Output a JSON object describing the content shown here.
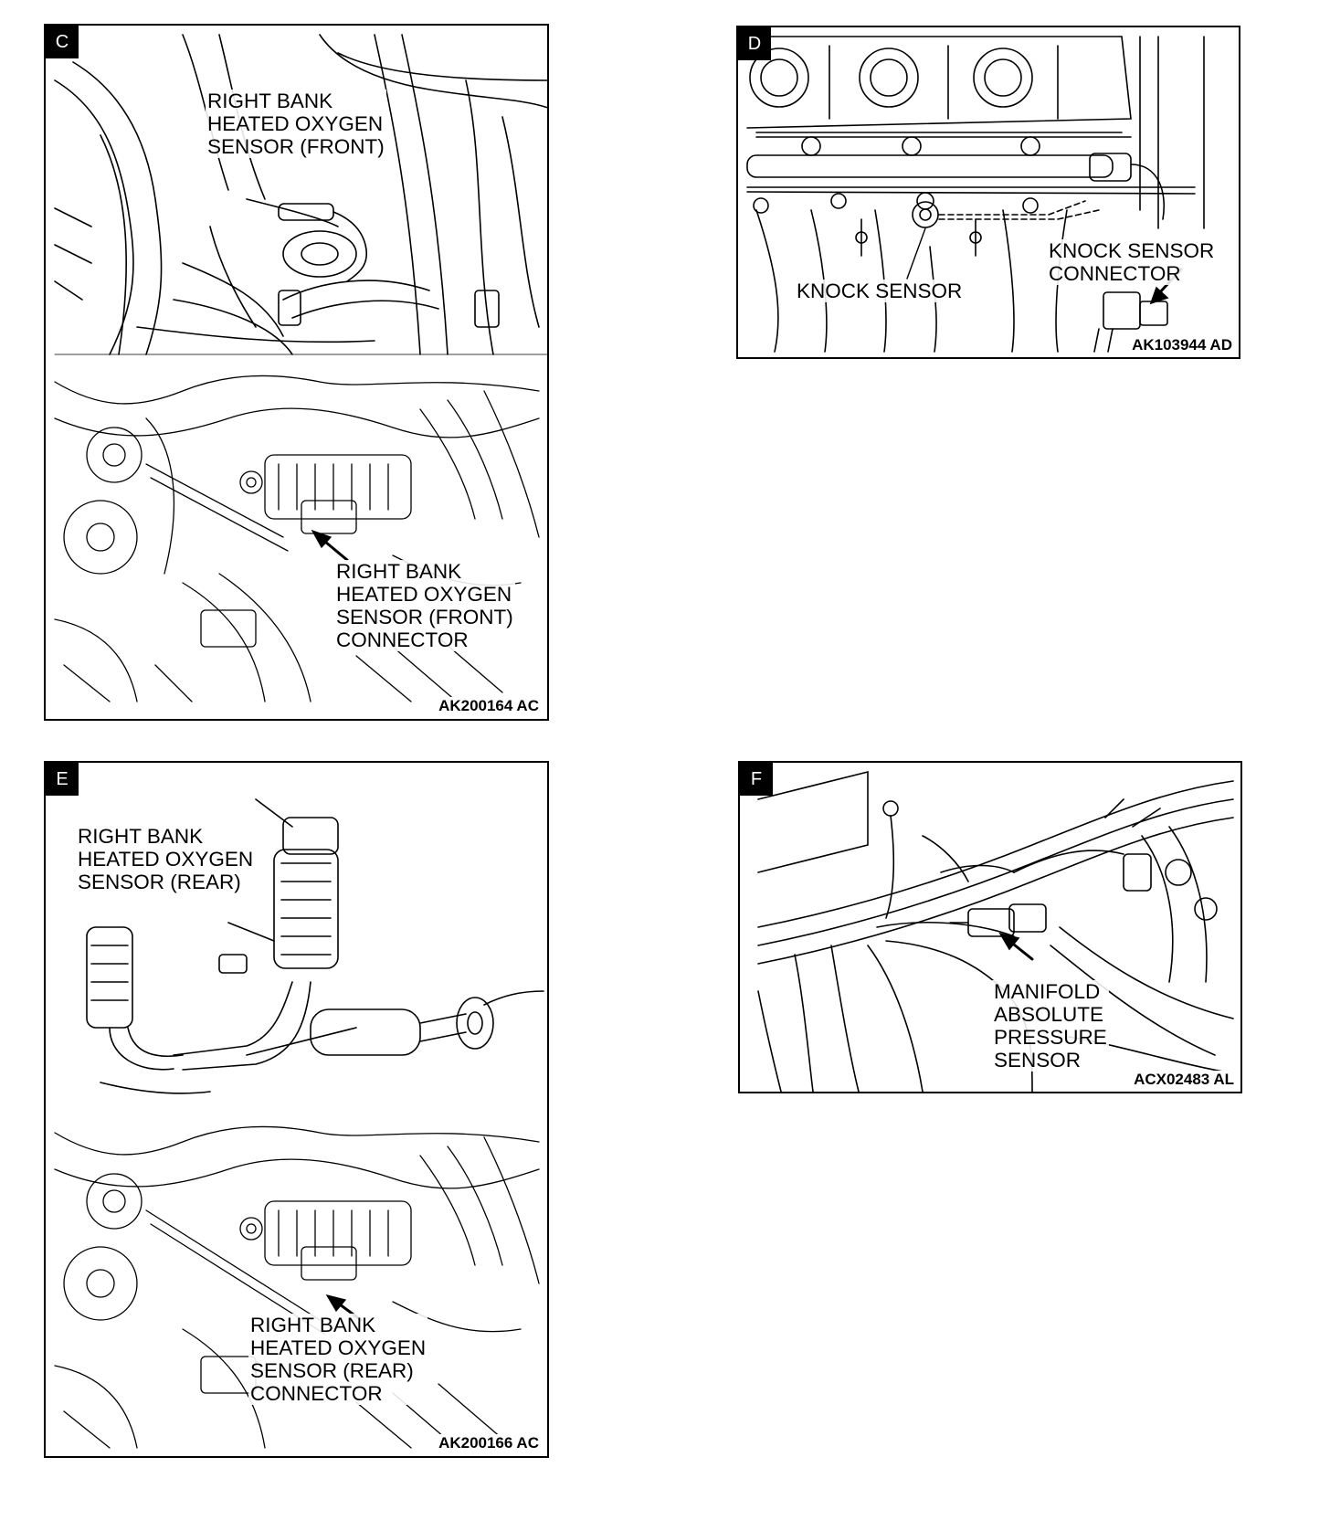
{
  "panels": {
    "c": {
      "letter": "C",
      "top_callout": "RIGHT BANK\nHEATED OXYGEN\nSENSOR (FRONT)",
      "bottom_callout": "RIGHT BANK\nHEATED OXYGEN\nSENSOR (FRONT)\nCONNECTOR",
      "code": "AK200164 AC"
    },
    "d": {
      "letter": "D",
      "knock_sensor": "KNOCK SENSOR",
      "knock_connector": "KNOCK SENSOR\nCONNECTOR",
      "code": "AK103944 AD"
    },
    "e": {
      "letter": "E",
      "top_callout": "RIGHT BANK\nHEATED OXYGEN\nSENSOR (REAR)",
      "bottom_callout": "RIGHT BANK\nHEATED OXYGEN\nSENSOR (REAR)\nCONNECTOR",
      "code": "AK200166 AC"
    },
    "f": {
      "letter": "F",
      "map_sensor": "MANIFOLD\nABSOLUTE\nPRESSURE\nSENSOR",
      "code": "ACX02483 AL"
    }
  }
}
